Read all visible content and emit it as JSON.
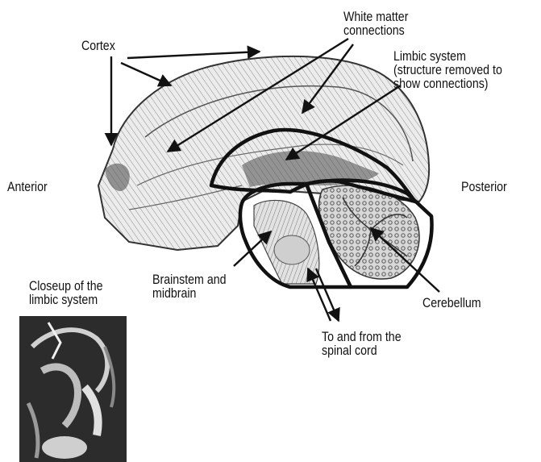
{
  "labels": {
    "cortex": "Cortex",
    "white_matter": [
      "White matter",
      "connections"
    ],
    "limbic": [
      "Limbic system",
      "(structure removed to",
      "show connections)"
    ],
    "anterior": "Anterior",
    "posterior": "Posterior",
    "brainstem": [
      "Brainstem and",
      "midbrain"
    ],
    "cerebellum": "Cerebellum",
    "spinal": [
      "To and from the",
      "spinal cord"
    ],
    "closeup": [
      "Closeup of the",
      "limbic system"
    ]
  },
  "colors": {
    "ink": "#111111",
    "tissue_light": "#e6e6e6",
    "tissue_mid": "#9a9a9a",
    "tissue_dark": "#3a3a3a",
    "photo_bg": "#2c2c2c"
  }
}
